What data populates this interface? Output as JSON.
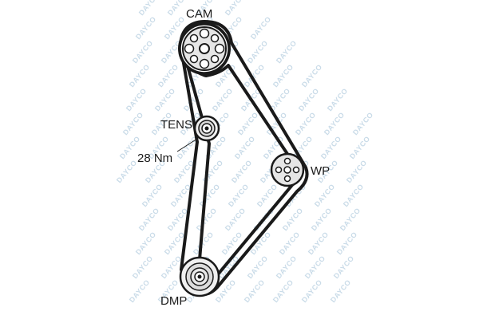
{
  "diagram": {
    "labels": {
      "cam": "CAM",
      "tens": "TENS",
      "torque": "28 Nm",
      "wp": "WP",
      "dmp": "DMP"
    },
    "watermark_text": "DAYCO",
    "colors": {
      "belt": "#1a1a1a",
      "pulley_fill": "#f0f0f0",
      "pulley_stroke": "#1a1a1a",
      "watermark": "#c9dbe8"
    }
  }
}
